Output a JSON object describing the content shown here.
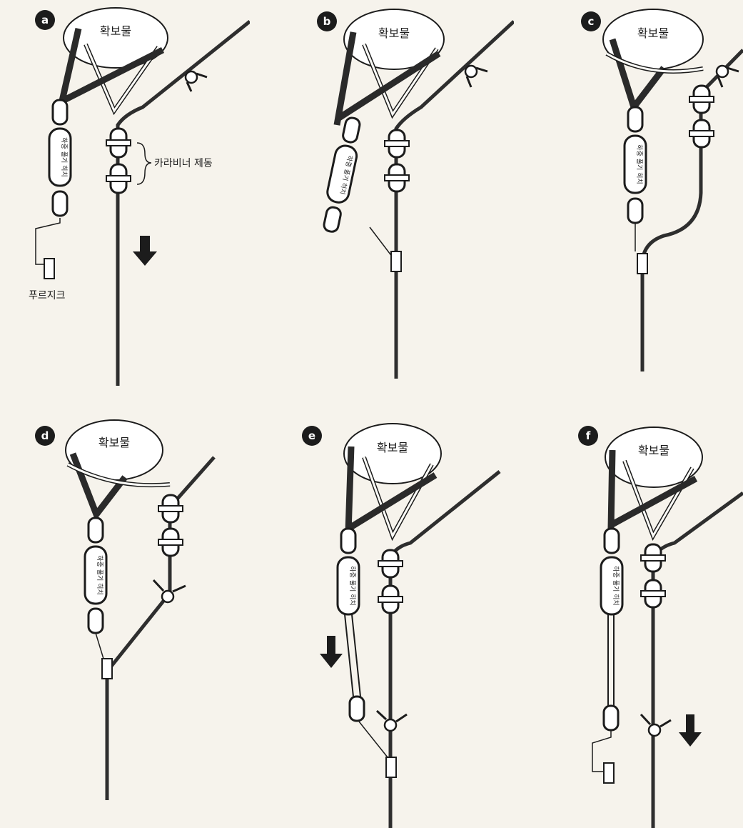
{
  "colors": {
    "background": "#f6f3ec",
    "ink": "#1c1c1c",
    "rope": "#2e2e2e",
    "sling": "#fbfbf7",
    "anchor_fill": "#ffffff"
  },
  "labels": {
    "anchor": "확보물",
    "carabiner_brake": "카라비너 제동",
    "prusik": "푸르지크",
    "lowering_sling": "하중 풀기 히치"
  },
  "panels": [
    {
      "id": "a",
      "badge": "a",
      "has_carabiner_brake_label": true,
      "has_prusik_label": true,
      "arrow": "down-right-of-rope"
    },
    {
      "id": "b",
      "badge": "b"
    },
    {
      "id": "c",
      "badge": "c"
    },
    {
      "id": "d",
      "badge": "d"
    },
    {
      "id": "e",
      "badge": "e",
      "arrow": "down-left-of-sling"
    },
    {
      "id": "f",
      "badge": "f",
      "arrow": "down-right-of-rope"
    }
  ]
}
